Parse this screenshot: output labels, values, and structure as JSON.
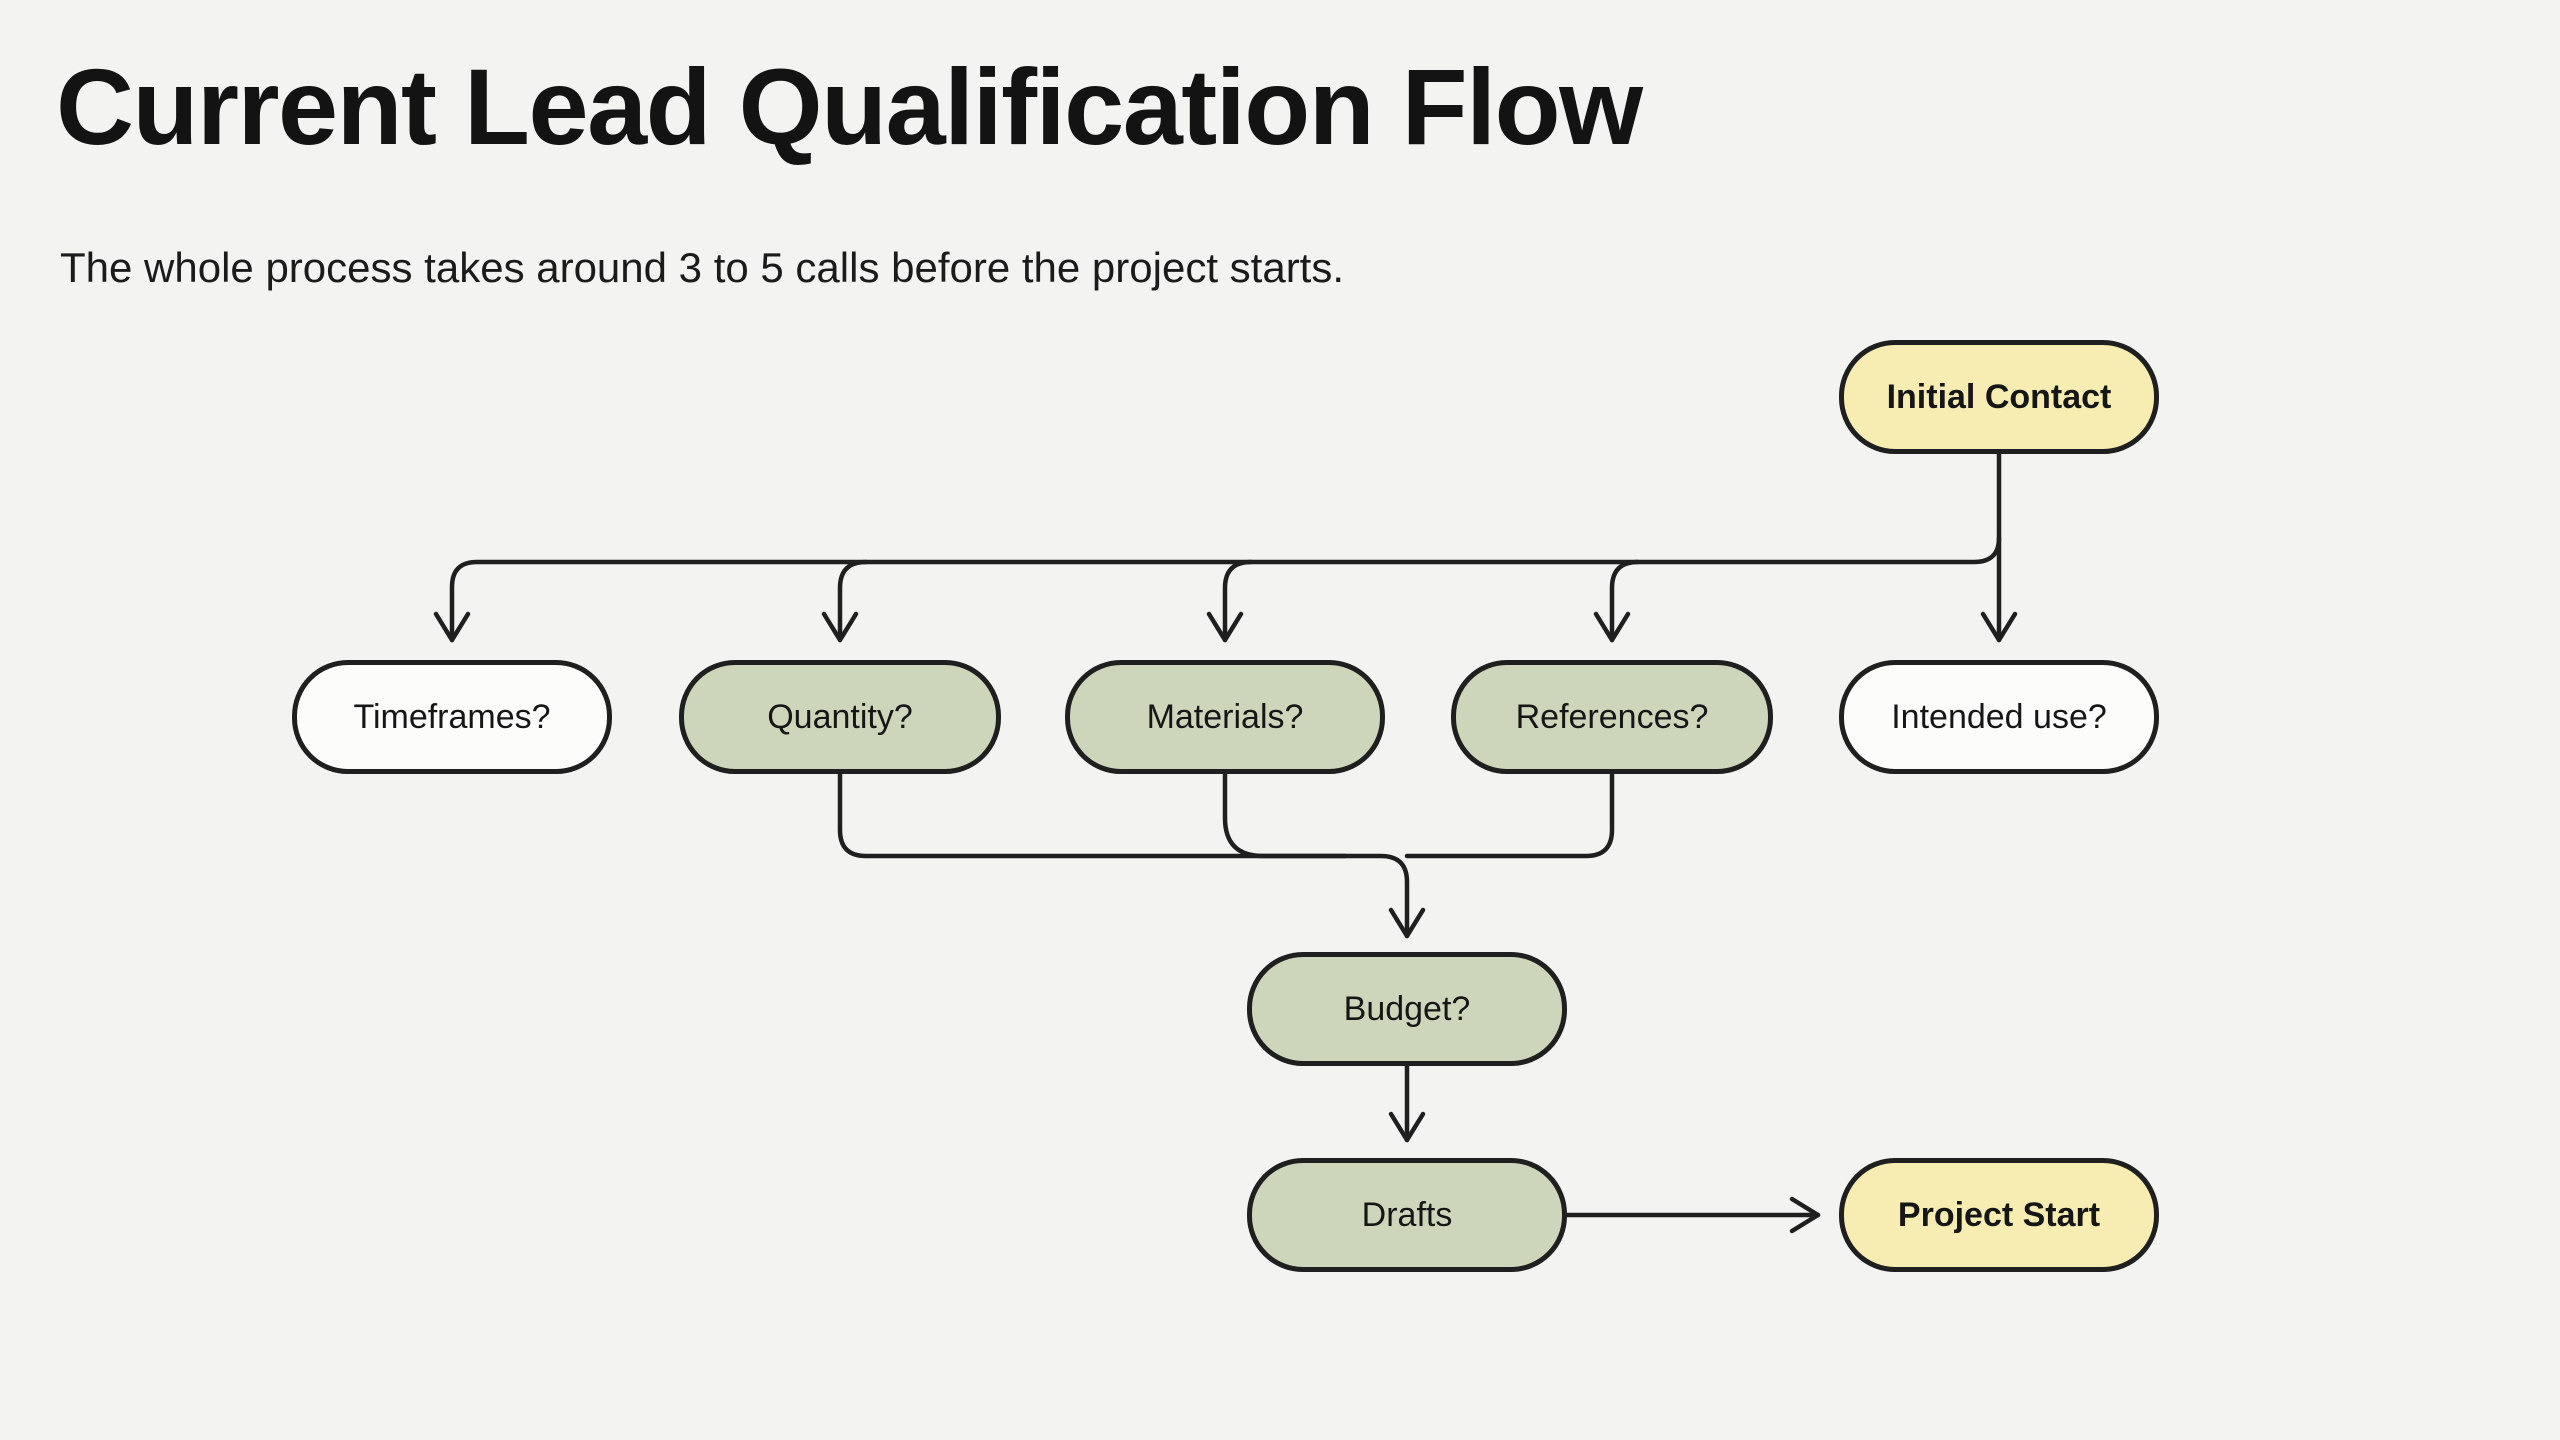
{
  "page": {
    "title": "Current Lead Qualification Flow",
    "subtitle": "The whole process takes around 3 to 5 calls before the project starts."
  },
  "colors": {
    "background": "#f3f3f1",
    "connector": "#1f1f1f",
    "node_border": "#1f1f1f",
    "node_yellow": "#f7edb2",
    "node_green": "#cdd6ba",
    "node_white": "#fcfcfb",
    "text": "#161616"
  },
  "nodes": {
    "initial_contact": {
      "label": "Initial Contact",
      "style": "yellow"
    },
    "timeframes": {
      "label": "Timeframes?",
      "style": "white"
    },
    "quantity": {
      "label": "Quantity?",
      "style": "green"
    },
    "materials": {
      "label": "Materials?",
      "style": "green"
    },
    "references": {
      "label": "References?",
      "style": "green"
    },
    "intended_use": {
      "label": "Intended use?",
      "style": "white"
    },
    "budget": {
      "label": "Budget?",
      "style": "green"
    },
    "drafts": {
      "label": "Drafts",
      "style": "green"
    },
    "project_start": {
      "label": "Project Start",
      "style": "yellow"
    }
  },
  "edges": [
    "initial_contact -> timeframes",
    "initial_contact -> quantity",
    "initial_contact -> materials",
    "initial_contact -> references",
    "initial_contact -> intended_use",
    "quantity -> budget",
    "materials -> budget",
    "references -> budget",
    "budget -> drafts",
    "drafts -> project_start"
  ]
}
